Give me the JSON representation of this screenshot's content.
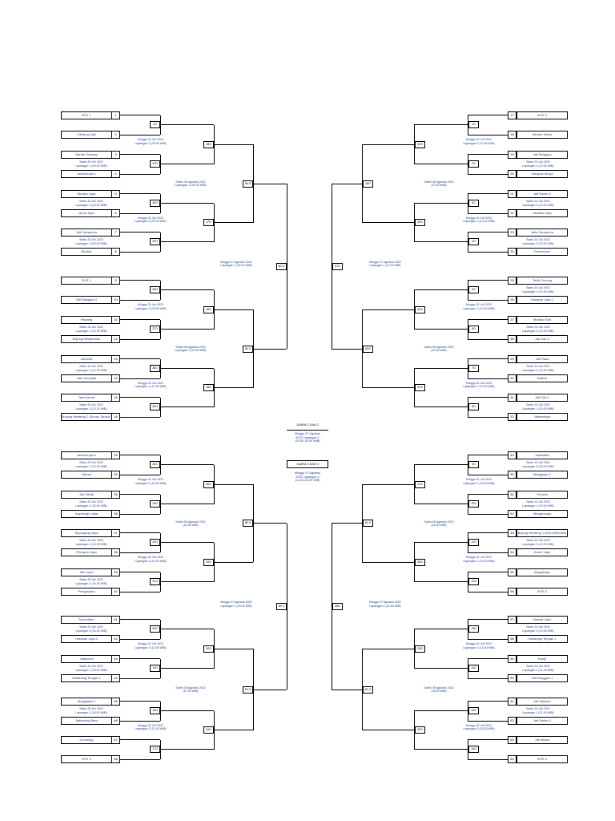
{
  "left_matches": [
    {
      "a": {
        "name": "BYE 1",
        "num": "1"
      },
      "b": {
        "name": "Cibeting Udik",
        "num": "2"
      },
      "info": [],
      "winner": "1O"
    },
    {
      "a": {
        "name": "Bantar Gebang",
        "num": "3"
      },
      "b": {
        "name": "Jabarmulya 1",
        "num": "4"
      },
      "info": [
        "Sabtu 30 Juli 2022",
        "Lapangan 1 (09.00 WIB)"
      ],
      "winner": "31O"
    },
    {
      "a": {
        "name": "Bintara Jaya",
        "num": "5"
      },
      "b": {
        "name": "Anns Jaya",
        "num": "6"
      },
      "info": [
        "Sabtu 30 Juli 2022",
        "Lapangan 2 (09.00 WIB)"
      ],
      "winner": "30O"
    },
    {
      "a": {
        "name": "Jati Sampurna",
        "num": "7"
      },
      "b": {
        "name": "Bintara",
        "num": "8"
      },
      "info": [
        "Sabtu 30 Juli 2022",
        "Lapangan 3 (09.00 WIB)"
      ],
      "winner": "29O"
    },
    {
      "a": {
        "name": "BYE 2",
        "num": "9"
      },
      "b": {
        "name": "Jati Ranggon 2",
        "num": "10"
      },
      "info": [],
      "winner": "28O"
    },
    {
      "a": {
        "name": "Pejuang",
        "num": "11"
      },
      "b": {
        "name": "Bojong Rawalumbu",
        "num": "12"
      },
      "info": [
        "Sabtu 30 Juli 2022",
        "Lapangan 1 (10.30 WIB)"
      ],
      "winner": "27O"
    },
    {
      "a": {
        "name": "Jati Asih",
        "num": "13"
      },
      "b": {
        "name": "Jati Cempaka",
        "num": "14"
      },
      "info": [
        "Sabtu 30 Juli 2022",
        "Lapangan 2 (10.30 WIB)"
      ],
      "winner": "26O"
    },
    {
      "a": {
        "name": "Jati Kramat",
        "num": "15"
      },
      "b": {
        "name": "Bojong Menteng 2 (Sunny Tarasu)",
        "num": "16"
      },
      "info": [
        "Sabtu 30 Juli 2022",
        "Lapangan 3 (10.30 WIB)"
      ],
      "winner": "25O"
    },
    {
      "a": {
        "name": "Jabarmulya 2",
        "num": "33"
      },
      "b": {
        "name": "Cikiwul",
        "num": "34"
      },
      "info": [
        "Sabtu 30 Juli 2022",
        "Lapangan 2 (15.00 WIB)"
      ],
      "winner": "20O"
    },
    {
      "a": {
        "name": "Jati Melati",
        "num": "35"
      },
      "b": {
        "name": "Kayuringin Jaya",
        "num": "36"
      },
      "info": [
        "Sabtu 30 Juli 2022",
        "Lapangan 3 (15.00 WIB)"
      ],
      "winner": "19O"
    },
    {
      "a": {
        "name": "Sepanjang Jaya",
        "num": "37"
      },
      "b": {
        "name": "Pekayon Jaya",
        "num": "38"
      },
      "info": [
        "Sabtu 30 Juli 2022",
        "Lapangan 1 (16.30 WIB)"
      ],
      "winner": "22O"
    },
    {
      "a": {
        "name": "Jati Luhur",
        "num": "39"
      },
      "b": {
        "name": "Pengasinan",
        "num": "40"
      },
      "info": [
        "Sabtu 30 Juli 2022",
        "Lapangan 2 (16.30 WIB)"
      ],
      "winner": "21O"
    },
    {
      "a": {
        "name": "Sumurbatu",
        "num": "41"
      },
      "b": {
        "name": "Harapan Jaya 2",
        "num": "42"
      },
      "info": [
        "Sabtu 30 Juli 2022",
        "Lapangan 3 (16.30 WIB)"
      ],
      "winner": "20O"
    },
    {
      "a": {
        "name": "Jatiwarna",
        "num": "43"
      },
      "b": {
        "name": "Kaliabang Tengah 2",
        "num": "44"
      },
      "info": [
        "Sabtu 30 Juli 2022",
        "Lapangan 1 (18.00 WIB)"
      ],
      "winner": "19O"
    },
    {
      "a": {
        "name": "Margajaya 2",
        "num": "45"
      },
      "b": {
        "name": "Jatibening Baru",
        "num": "46"
      },
      "info": [
        "Sabtu 30 Juli 2022",
        "Lapangan 2 (18.00 WIB)"
      ],
      "winner": "18O"
    },
    {
      "a": {
        "name": "Cimuning",
        "num": "47"
      },
      "b": {
        "name": "BYE 3",
        "num": "48"
      },
      "info": [],
      "winner": "17O"
    }
  ],
  "right_matches": [
    {
      "a": {
        "name": "BYE 6",
        "num": "17"
      },
      "b": {
        "name": "Medan Satria",
        "num": "18"
      },
      "info": [],
      "winner": "1O"
    },
    {
      "a": {
        "name": "Jati Ranggon",
        "num": "19"
      },
      "b": {
        "name": "Harapan Mulya",
        "num": "20"
      },
      "info": [
        "Sabtu 30 Juli 2022",
        "Lapangan 1 (12.00 WIB)"
      ],
      "winner": "2O"
    },
    {
      "a": {
        "name": "Jati Raden 2",
        "num": "21"
      },
      "b": {
        "name": "Mustika Jaya",
        "num": "22"
      },
      "info": [
        "Sabtu 30 Juli 2022",
        "Lapangan 2 (12.00 WIB)"
      ],
      "winner": "3O"
    },
    {
      "a": {
        "name": "Jaka Sampurna",
        "num": "23"
      },
      "b": {
        "name": "Pedurenan",
        "num": "24"
      },
      "info": [
        "Sabtu 30 Juli 2022",
        "Lapangan 3 (12.00 WIB)"
      ],
      "winner": "4O"
    },
    {
      "a": {
        "name": "Teluk Pucung",
        "num": "25"
      },
      "b": {
        "name": "Harapan Jaya 1",
        "num": "26"
      },
      "info": [
        "Sabtu 30 Juli 2022",
        "Lapangan 1 (13.30 WIB)"
      ],
      "winner": "5O"
    },
    {
      "a": {
        "name": "Mustika Sari",
        "num": "27"
      },
      "b": {
        "name": "Jati Sari 2",
        "num": "28"
      },
      "info": [
        "Sabtu 30 Juli 2022",
        "Lapangan 2 (13.30 WIB)"
      ],
      "winner": "6O"
    },
    {
      "a": {
        "name": "Jati Rasa",
        "num": "29"
      },
      "b": {
        "name": "Kaliaru",
        "num": "30"
      },
      "info": [
        "Sabtu 30 Juli 2022",
        "Lapangan 3 (13.30 WIB)"
      ],
      "winner": "7O"
    },
    {
      "a": {
        "name": "Jati Sari 1",
        "num": "31"
      },
      "b": {
        "name": "Jatiwaringin",
        "num": "32"
      },
      "info": [
        "Sabtu 30 Juli 2022",
        "Lapangan 1 (15.00 WIB)"
      ],
      "winner": "8O"
    },
    {
      "a": {
        "name": "Jakasetia",
        "num": "49"
      },
      "b": {
        "name": "Margajaya 1",
        "num": "50"
      },
      "info": [
        "Sabtu 30 Juli 2022",
        "Lapangan 3 (18.00 WIB)"
      ],
      "winner": "9O"
    },
    {
      "a": {
        "name": "Perwira",
        "num": "51"
      },
      "b": {
        "name": "Margamulya",
        "num": "52"
      },
      "info": [
        "Sabtu 30 Juli 2022",
        "Lapangan 1 (19.30 WIB)"
      ],
      "winner": "10O"
    },
    {
      "a": {
        "name": "Bojong Menteng 1 (KELURAHAN)",
        "num": "53"
      },
      "b": {
        "name": "Duren Jaya",
        "num": "54"
      },
      "info": [
        "Sabtu 30 Juli 2022",
        "Lapangan 2 (19.30 WIB)"
      ],
      "winner": "11O"
    },
    {
      "a": {
        "name": "Margahayu",
        "num": "55"
      },
      "b": {
        "name": "BYE 5",
        "num": "56"
      },
      "info": [],
      "winner": "12O"
    },
    {
      "a": {
        "name": "Bekasi Jaya",
        "num": "57"
      },
      "b": {
        "name": "Kaliabang Tengah 1",
        "num": "58"
      },
      "info": [
        "Sabtu 30 Juli 2022",
        "Lapangan 3 (19.30 WIB)"
      ],
      "winner": "13O"
    },
    {
      "a": {
        "name": "Kranji",
        "num": "59"
      },
      "b": {
        "name": "Jati Ranggon 1",
        "num": "60"
      },
      "info": [
        "Sabtu 30 Juli 2022",
        "Lapangan 1 (21.00 WIB)"
      ],
      "winner": "14O"
    },
    {
      "a": {
        "name": "Jati Makmur",
        "num": "61"
      },
      "b": {
        "name": "Jati Raden 1",
        "num": "62"
      },
      "info": [
        "Sabtu 30 Juli 2022",
        "Lapangan 2 (21.00 WIB)"
      ],
      "winner": "15O"
    },
    {
      "a": {
        "name": "Jati Mekar",
        "num": "63"
      },
      "b": {
        "name": "BYE 4",
        "num": "64"
      },
      "info": [],
      "winner": "16O"
    }
  ],
  "left_r2": [
    {
      "info": [
        "Minggu 31 Juli 2022",
        "Lapangan 1 (09.00 WIB)"
      ],
      "winner": "48O"
    },
    {
      "info": [
        "Minggu 31 Juli 2022",
        "Lapangan 2 (09.00 WIB)"
      ],
      "winner": "47O"
    },
    {
      "info": [
        "Minggu 31 Juli 2022",
        "Lapangan 3 (09.00 WIB)"
      ],
      "winner": "46O"
    },
    {
      "info": [
        "Minggu 31 Juli 2022",
        "Lapangan 1 (10.30 WIB)"
      ],
      "winner": "45O"
    },
    {
      "info": [
        "Minggu 31 Juli 2022",
        "Lapangan 2 (10.30 WIB)"
      ],
      "winner": "60O"
    },
    {
      "info": [
        "Minggu 31 Juli 2022",
        "Lapangan 3 (10.30 WIB)"
      ],
      "winner": "63O"
    },
    {
      "info": [
        "Minggu 31 Juli 2022",
        "Lapangan 1 (12.00 WIB)"
      ],
      "winner": "62O"
    },
    {
      "info": [
        "Minggu 31 Juli 2022",
        "Lapangan 2 (12.00 WIB)"
      ],
      "winner": "61O"
    }
  ],
  "right_r2": [
    {
      "info": [
        "Minggu 31 Juli 2022",
        "Lapangan 2 (12.00 WIB)"
      ],
      "winner": "50O"
    },
    {
      "info": [
        "Minggu 31 Juli 2022",
        "Lapangan 3 (13.30 WIB)"
      ],
      "winner": "49O"
    },
    {
      "info": [
        "Minggu 31 Juli 2022",
        "Lapangan 1 (13.30 WIB)"
      ],
      "winner": "52O"
    },
    {
      "info": [
        "Minggu 31 Juli 2022",
        "Lapangan 2 (13.30 WIB)"
      ],
      "winner": "51O"
    },
    {
      "info": [
        "Minggu 31 Juli 2022",
        "Lapangan 3 (15.00 WIB)"
      ],
      "winner": "47O"
    },
    {
      "info": [
        "Minggu 31 Juli 2022",
        "Lapangan 1 (15.00 WIB)"
      ],
      "winner": "48O"
    },
    {
      "info": [
        "Minggu 31 Juli 2022",
        "Lapangan 2 (16.30 WIB)"
      ],
      "winner": "29O"
    },
    {
      "info": [
        "Minggu 31 Juli 2022",
        "Lapangan 3 (16.30 WIB)"
      ],
      "winner": "30O"
    }
  ],
  "left_r3": [
    {
      "info": [
        "Sabtu 06 Agustus 2022",
        "Lapangan 1 (09.00 WIB)"
      ],
      "winner": "56 O"
    },
    {
      "info": [
        "Sabtu 06 Agustus 2022",
        "Lapangan 2 (09.00 WIB)"
      ],
      "winner": "55 O"
    },
    {
      "info": [
        "Sabtu 06 Agustus 2022",
        "(10.30 WIB)"
      ],
      "winner": "58 O"
    },
    {
      "info": [
        "Sabtu 06 Agustus 2022",
        "(12.00 WIB)"
      ],
      "winner": "59 O"
    }
  ],
  "right_r3": [
    {
      "info": [
        "Sabtu 06 Agustus 2022",
        "(13.30 WIB)"
      ],
      "winner": "49O"
    },
    {
      "info": [
        "Sabtu 06 Agustus 2022",
        "(15.00 WIB)"
      ],
      "winner": "50O"
    },
    {
      "info": [
        "Sabtu 06 Agustus 2022",
        "(16.30 WIB)"
      ],
      "winner": "61 O"
    },
    {
      "info": [
        "Sabtu 06 Agustus 2022",
        "(18.00 WIB)"
      ],
      "winner": "62 O"
    }
  ],
  "left_r4": [
    {
      "info": [
        "Minggu 07 Agustus 2022",
        "Lapangan 2 (09.00 WIB)"
      ],
      "winner": "60 O"
    },
    {
      "info": [
        "Minggu 07 Agustus 2022",
        "Lapangan 2 (09.00 WIB)"
      ],
      "winner": "59 O"
    }
  ],
  "right_r4": [
    {
      "info": [
        "Minggu 07 Agustus 2022",
        "Lapangan 1 (10.30 WIB)"
      ],
      "winner": "57O"
    },
    {
      "info": [
        "Minggu 07 Agustus 2022",
        "Lapangan 2 (10.30 WIB)"
      ],
      "winner": "58O"
    }
  ],
  "center": {
    "final1_label": "JUARA 1 DAN 2",
    "final1_info": [
      "Minggu 07 Agustus",
      "2022 Lapangan 1",
      "(15.30-18.00 WIB)"
    ],
    "final2_label": "JUARA 3 DAN 4",
    "final2_info": [
      "Minggu 07 Agustus",
      "2022 Lapangan 1",
      "(14.00-15.00 WIB)"
    ]
  }
}
